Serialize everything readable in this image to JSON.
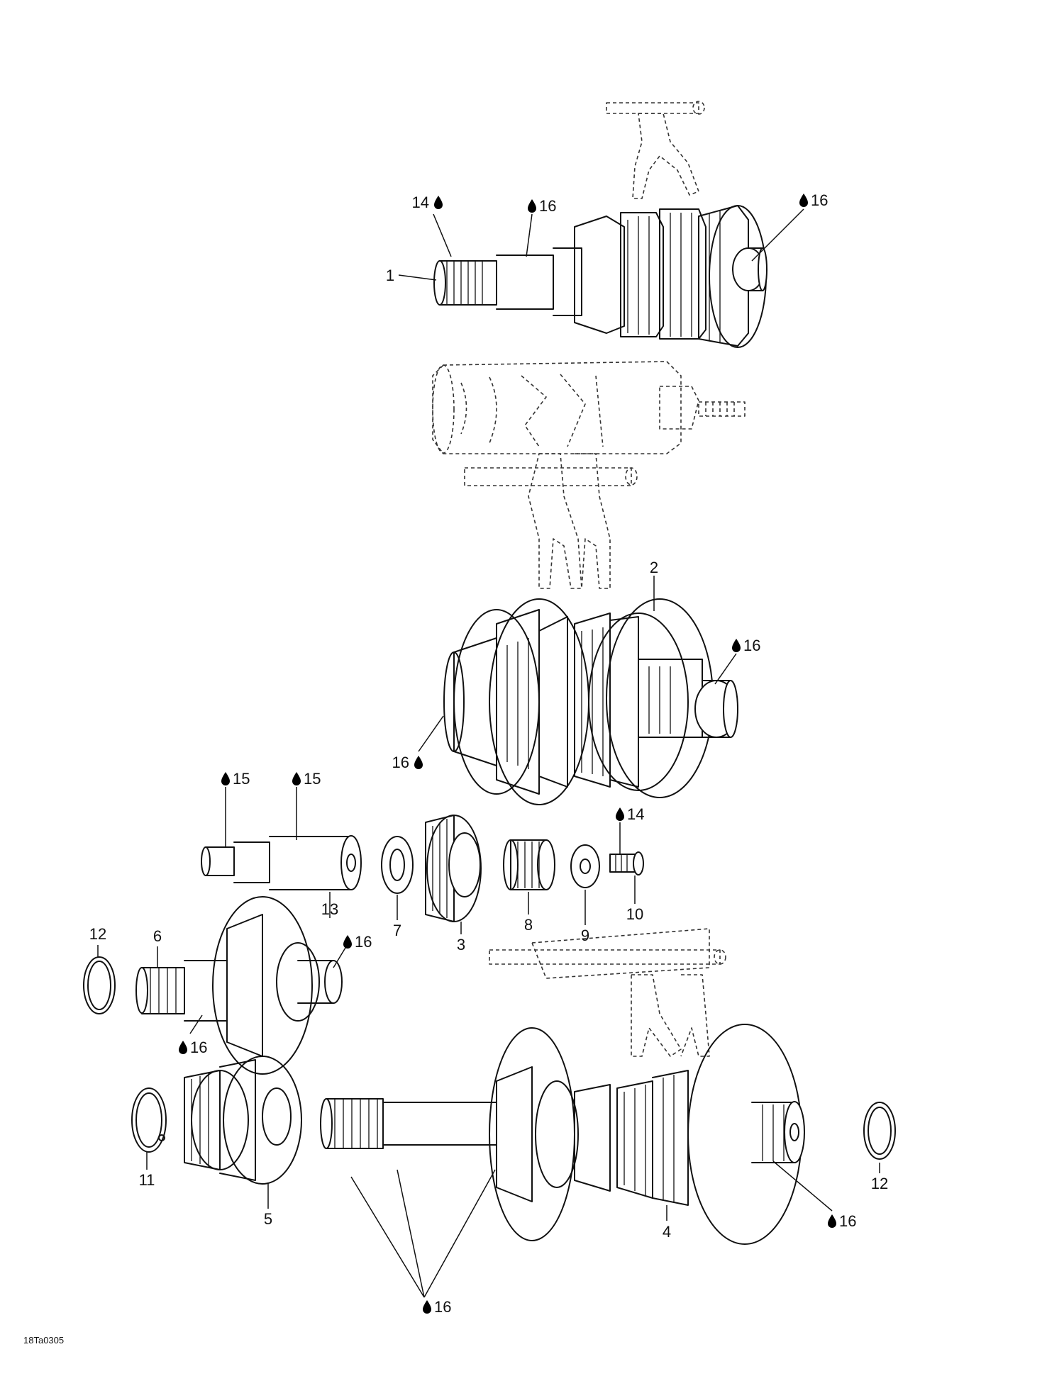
{
  "diagram_id": "18Ta0305",
  "oil_symbol": "oil-drop-icon",
  "callouts": {
    "c1": "1",
    "c2": "2",
    "c3": "3",
    "c4": "4",
    "c5": "5",
    "c6": "6",
    "c7": "7",
    "c8": "8",
    "c9": "9",
    "c10": "10",
    "c11": "11",
    "c12a": "12",
    "c12b": "12",
    "c13": "13"
  },
  "lube_marks": {
    "m1": "14",
    "m2": "16",
    "m3": "16",
    "m4": "16",
    "m5": "16",
    "m6": "15",
    "m7": "15",
    "m8": "14",
    "m9": "16",
    "m10": "16",
    "m11": "16",
    "m12": "16"
  }
}
